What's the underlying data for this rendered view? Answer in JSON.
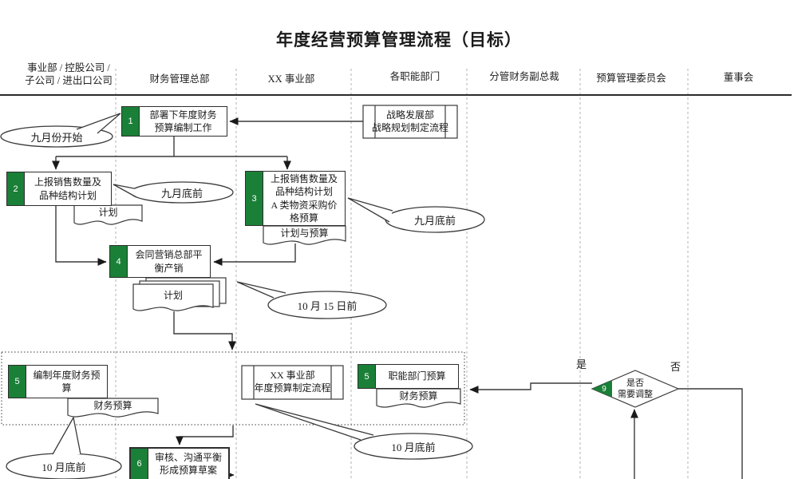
{
  "title": "年度经营预算管理流程（目标）",
  "lanes": [
    {
      "label": "事业部 / 控股公司 /\n子公司 / 进出口公司"
    },
    {
      "label": "财务管理总部"
    },
    {
      "label": "XX 事业部"
    },
    {
      "label": "各职能部门"
    },
    {
      "label": "分管财务副总裁"
    },
    {
      "label": "预算管理委员会"
    },
    {
      "label": "董事会"
    }
  ],
  "steps": {
    "s1": {
      "num": "1",
      "label": "部署下年度财务\n预算编制工作"
    },
    "s2": {
      "num": "2",
      "label": "上报销售数量及\n品种结构计划",
      "doc": "计划"
    },
    "s3": {
      "num": "3",
      "label": "上报销售数量及\n品种结构计划\nA 类物资采购价\n格预算",
      "doc": "计划与预算"
    },
    "s4": {
      "num": "4",
      "label": "会同营销总部平\n衡产销",
      "doc": "计划"
    },
    "s5_finance": {
      "num": "5",
      "label": "编制年度财务预\n算",
      "doc": "财务预算"
    },
    "s5_dept": {
      "num": "5",
      "label": "职能部门预算",
      "doc": "财务预算"
    },
    "s6": {
      "num": "6",
      "label": "审核、沟通平衡\n形成预算草案"
    },
    "decision": {
      "num": "9",
      "label": "是否\n需要调整",
      "yes_label": "是",
      "no_label": "否"
    }
  },
  "subprocesses": {
    "strategy": {
      "label": "战略发展部\n战略规划制定流程"
    },
    "xx_bu": {
      "label": "XX 事业部\n年度预算制定流程"
    }
  },
  "callouts": {
    "start_september": "九月份开始",
    "before_end_september_left": "九月底前",
    "before_end_september_right": "九月底前",
    "before_oct_15": "10 月 15 日前",
    "before_end_october_left": "10 月底前",
    "before_end_october_mid": "10 月底前"
  },
  "colors": {
    "step_green": "#1a8038",
    "line": "#3a3a3a"
  }
}
